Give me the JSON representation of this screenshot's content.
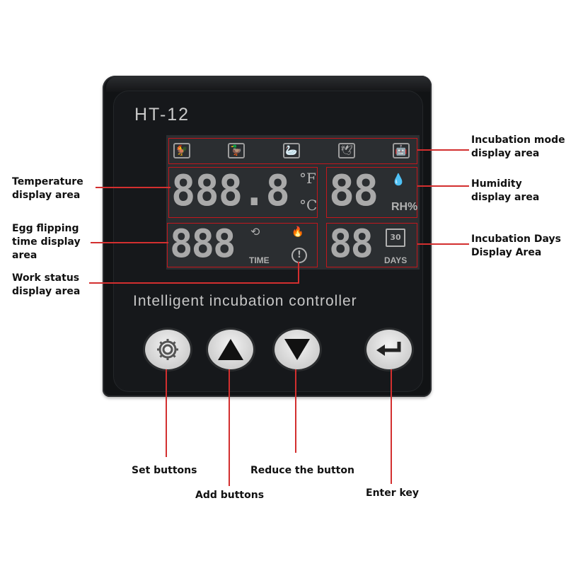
{
  "device": {
    "model": "HT-12",
    "slogan": "Intelligent incubation controller",
    "lcd": {
      "mode_icons": [
        "chicken-icon",
        "duck-icon",
        "goose-icon",
        "bird-icon",
        "android-robot-icon"
      ],
      "temperature": {
        "digits": "888.8",
        "unit_f": "°F",
        "unit_c": "°C"
      },
      "humidity": {
        "digits": "88",
        "unit": "RH%"
      },
      "time": {
        "digits": "888",
        "label": "TIME"
      },
      "days": {
        "digits": "88",
        "label": "DAYS",
        "calendar": "30"
      },
      "status_icons": [
        "rotate-icon",
        "flame-icon",
        "warning-icon"
      ]
    },
    "buttons": [
      {
        "name": "set",
        "icon": "gear-icon"
      },
      {
        "name": "add",
        "icon": "triangle-up-icon"
      },
      {
        "name": "reduce",
        "icon": "triangle-down-icon"
      },
      {
        "name": "enter",
        "icon": "enter-arrow-icon"
      }
    ]
  },
  "callouts": {
    "temperature": [
      "Temperature",
      "display area"
    ],
    "egg_flipping": [
      "Egg flipping",
      "time display",
      "area"
    ],
    "work_status": [
      "Work status",
      "display area"
    ],
    "incubation_mode": [
      "Incubation mode",
      "display area"
    ],
    "humidity": [
      "Humidity",
      "display area"
    ],
    "incubation_days": [
      "Incubation Days",
      "Display Area"
    ],
    "set": "Set buttons",
    "add": "Add buttons",
    "reduce": "Reduce the button",
    "enter": "Enter key"
  },
  "colors": {
    "callout_line": "#d32f2f",
    "zone_border": "#c4161c",
    "lcd_bg": "#2b2e31",
    "segment": "#a9a9a9"
  }
}
